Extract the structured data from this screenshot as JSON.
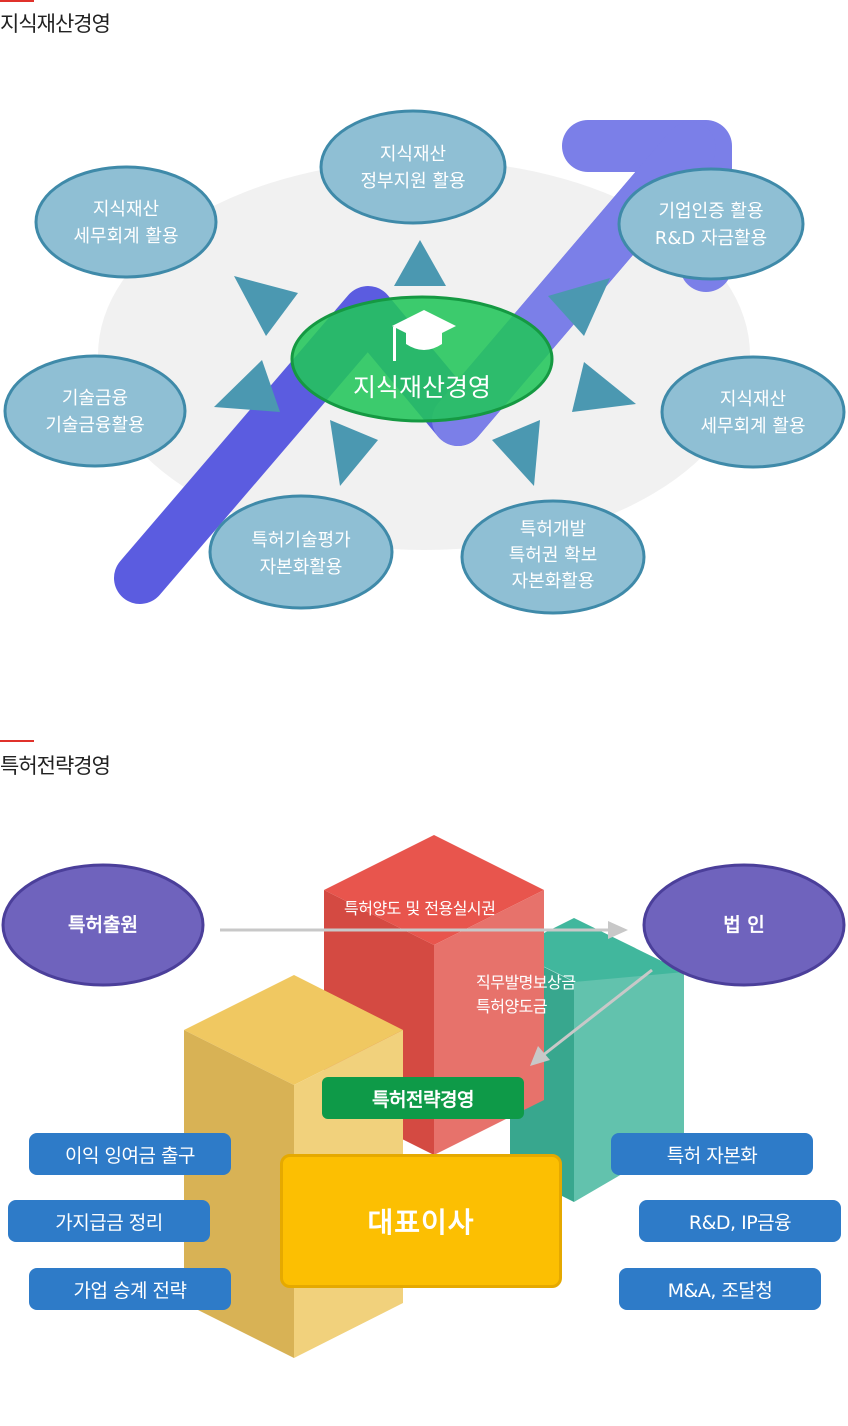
{
  "section1": {
    "title": "지식재산경영",
    "center": "지식재산경영",
    "nodes": [
      {
        "id": "top",
        "lines": [
          "지식재산",
          "정부지원 활용"
        ]
      },
      {
        "id": "top-left",
        "lines": [
          "지식재산",
          "세무회계 활용"
        ]
      },
      {
        "id": "top-right",
        "lines": [
          "기업인증 활용",
          "R&D 자금활용"
        ]
      },
      {
        "id": "left",
        "lines": [
          "기술금융",
          "기술금융활용"
        ]
      },
      {
        "id": "right",
        "lines": [
          "지식재산",
          "세무회계 활용"
        ]
      },
      {
        "id": "bottom-left",
        "lines": [
          "특허기술평가",
          "자본화활용"
        ]
      },
      {
        "id": "bottom-right",
        "lines": [
          "특허개발",
          "특허권 확보",
          "자본화활용"
        ]
      }
    ]
  },
  "section2": {
    "title": "특허전략경영",
    "patent_application": "특허출원",
    "corporation": "법 인",
    "transfer_label": "특허양도 및 전용실시권",
    "compensation_lines": [
      "직무발명보상금",
      "특허양도금"
    ],
    "strategy": "특허전략경영",
    "ceo": "대표이사",
    "left_items": [
      "이익 잉여금 출구",
      "가지급금 정리",
      "가업 승계 전략"
    ],
    "right_items": [
      "특허 자본화",
      "R&D, IP금융",
      "M&A, 조달청"
    ]
  }
}
